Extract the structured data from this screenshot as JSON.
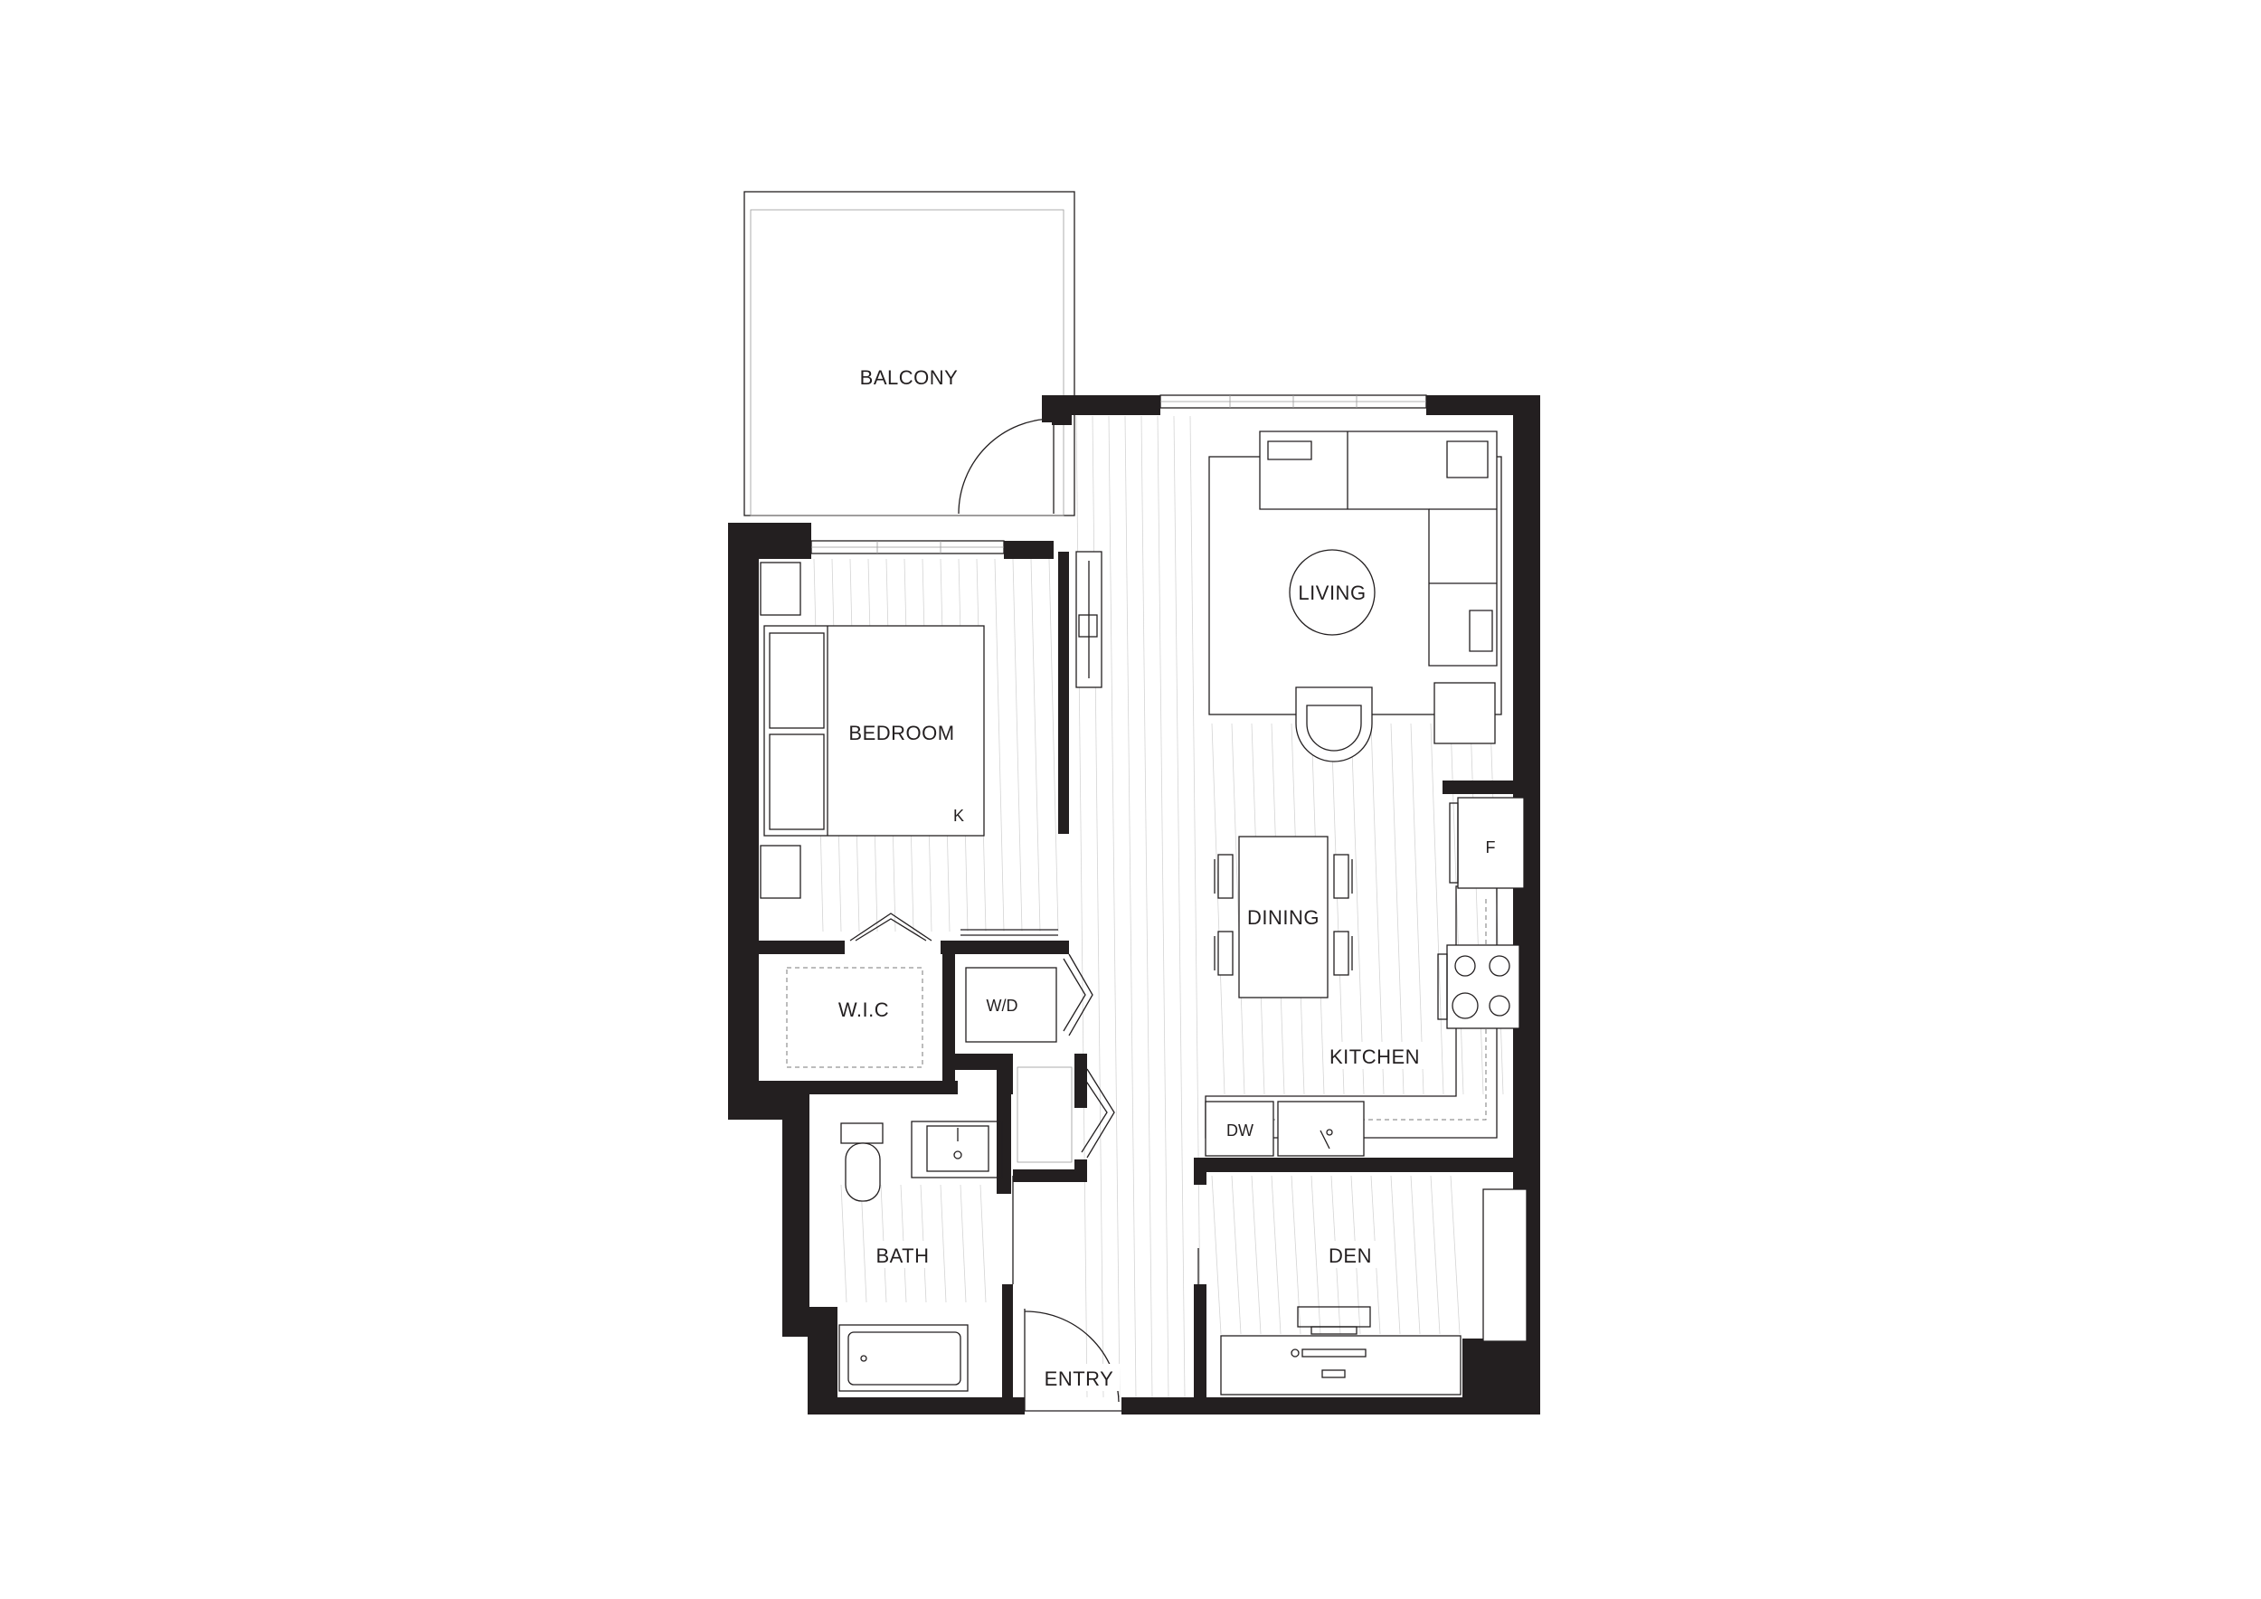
{
  "rooms": {
    "balcony": "BALCONY",
    "living": "LIVING",
    "bedroom": "BEDROOM",
    "king_bed": "K",
    "fridge": "F",
    "dining": "DINING",
    "walk_in_closet": "W.I.C",
    "washer_dryer": "W/D",
    "kitchen": "KITCHEN",
    "dishwasher": "DW",
    "bath": "BATH",
    "den": "DEN",
    "entry": "ENTRY"
  }
}
